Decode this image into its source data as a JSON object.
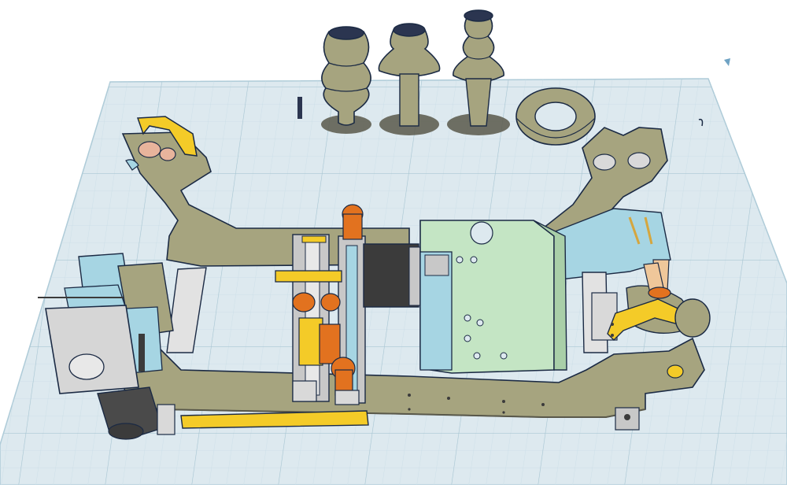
{
  "app": {
    "workplane_name": "workplane"
  },
  "colors": {
    "background": "#ffffff",
    "workplane": "#dde9ef",
    "grid": "#b7d0dc",
    "olive": "#a6a47f",
    "olive_dark": "#8b8966",
    "olive_shadow": "#59584a",
    "yellow": "#f4cb28",
    "orange": "#e2721f",
    "lightblue": "#a6d5e3",
    "lightgreen": "#c4e5c4",
    "grey": "#c8c8c8",
    "steel": "#d9d9d9",
    "dark": "#3b3b3b",
    "outline": "#1b2a44"
  },
  "parts": [
    "bellows-part-left",
    "bellows-part-middle",
    "bellows-part-right",
    "ring-part",
    "left-yoke-frame",
    "right-yoke-frame",
    "main-frame",
    "electronics-box",
    "stepper-motor",
    "left-motor-assembly"
  ]
}
